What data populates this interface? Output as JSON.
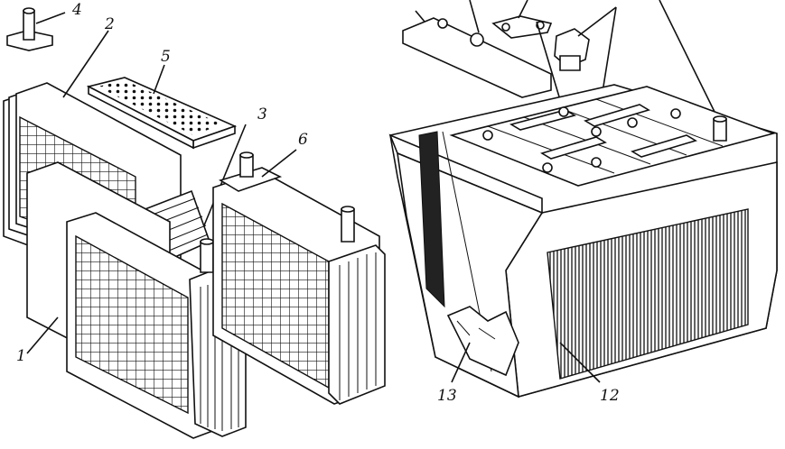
{
  "labels": {
    "l1": "1",
    "l2": "2",
    "l3": "3",
    "l4": "4",
    "l5": "5",
    "l6": "6",
    "l12": "12",
    "l13": "13"
  },
  "colors": {
    "ink": "#111111",
    "paper": "#ffffff"
  }
}
